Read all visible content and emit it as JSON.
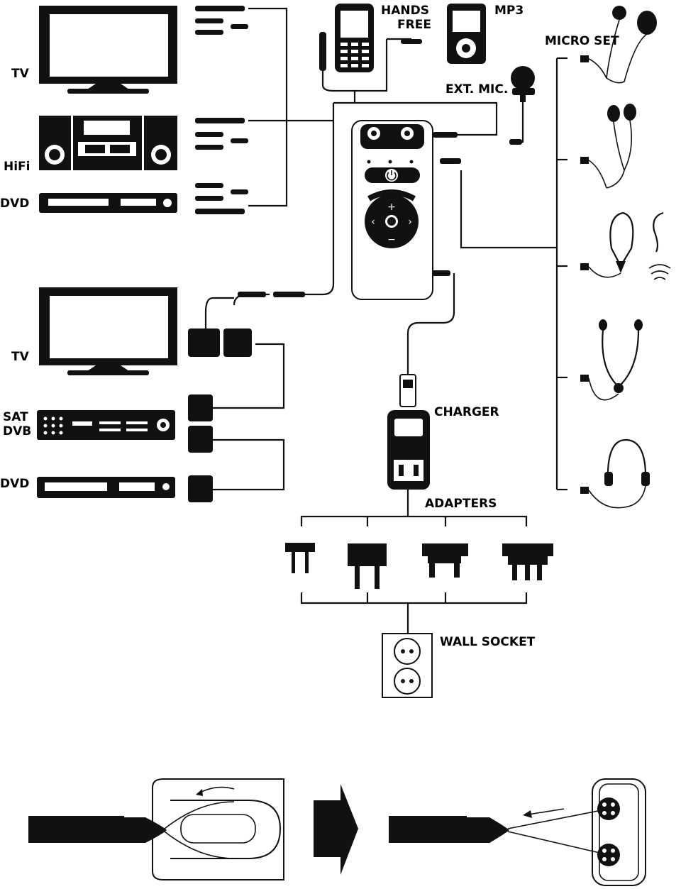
{
  "labels": {
    "tv_top": "TV",
    "hifi": "HiFi",
    "dvd_top": "DVD",
    "hands_free_1": "HANDS",
    "hands_free_2": "FREE",
    "mp3": "MP3",
    "micro_set": "MICRO SET",
    "ext_mic": "EXT. MIC.",
    "tv_bottom": "TV",
    "sat_1": "SAT",
    "sat_2": "DVB",
    "dvd_bottom": "DVD",
    "charger": "CHARGER",
    "adapters": "ADAPTERS",
    "wall_socket": "WALL SOCKET"
  },
  "device": {
    "plus": "+",
    "minus": "−",
    "left": "‹",
    "right": "›"
  },
  "icons": [
    "tv-icon",
    "hifi-icon",
    "dvd-player-icon",
    "mobile-phone-icon",
    "mp3-player-icon",
    "microphone-icon",
    "earphones-icon",
    "neckloop-icon",
    "stethoscope-headset-icon",
    "headphones-icon",
    "scart-connector-icon",
    "charger-icon",
    "plug-adapter-icon",
    "wall-socket-icon",
    "arrow-icon"
  ]
}
